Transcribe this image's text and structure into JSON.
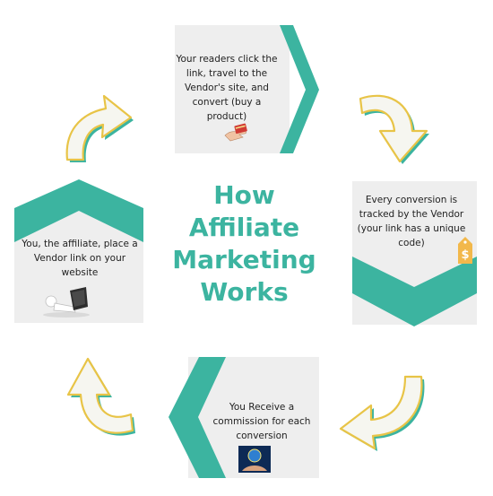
{
  "title": [
    "How",
    "Affiliate",
    "Marketing",
    "Works"
  ],
  "steps": {
    "top": "Your readers click the link, travel to the Vendor's site, and convert (buy a product)",
    "right": "Every conversion is tracked by the Vendor (your link has a unique code)",
    "bottom": "You Receive a commission for each conversion",
    "left": "You, the affiliate, place a Vendor link on your website"
  },
  "icons": {
    "top": "hand-with-credit-card-icon",
    "right": "price-tag-dollar-icon",
    "bottom": "globe-hand-image-icon",
    "left": "figure-on-laptop-icon"
  },
  "colors": {
    "teal": "#3cb4a0",
    "card": "#eeeeee",
    "arrow_fill": "#f6f6f0",
    "arrow_outline": "#e8c447",
    "arrow_shadow": "#3cb4a0",
    "tag": "#f2b84b"
  }
}
